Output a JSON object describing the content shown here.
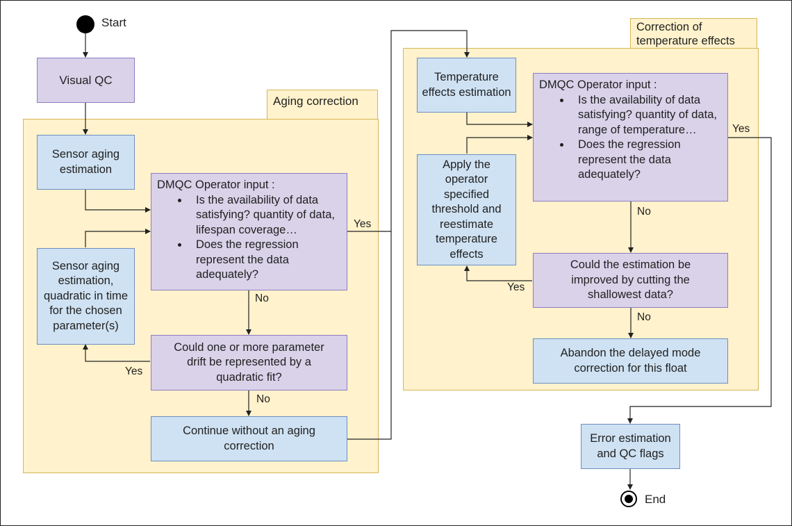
{
  "start_label": "Start",
  "end_label": "End",
  "visual_qc": "Visual QC",
  "aging": {
    "title": "Aging correction",
    "sensor_aging_estimation": "Sensor aging estimation",
    "dmqc_heading": "DMQC Operator input :",
    "dmqc_bullet_1": "Is the availability of data satisfying? quantity of data, lifespan coverage…",
    "dmqc_bullet_2": "Does the regression represent the data adequately?",
    "quadratic_estimation": "Sensor aging estimation, quadratic in time for the chosen parameter(s)",
    "could_drift": "Could one or more parameter drift be represented by a quadratic fit?",
    "continue_without": "Continue without an aging correction"
  },
  "temperature": {
    "title": "Correction of temperature effects",
    "effects_estimation": "Temperature effects estimation",
    "dmqc_heading": "DMQC Operator input :",
    "dmqc_bullet_1": "Is the availability of data satisfying? quantity of data, range of temperature…",
    "dmqc_bullet_2": "Does the regression represent the data adequately?",
    "apply_threshold": "Apply the operator specified threshold and reestimate temperature effects",
    "could_cut": "Could the estimation be improved by cutting the shallowest data?",
    "abandon": "Abandon the delayed mode correction for this float"
  },
  "error_estimation": "Error estimation and QC flags",
  "edge_labels": {
    "aging_yes": "Yes",
    "aging_no": "No",
    "drift_yes": "Yes",
    "drift_no": "No",
    "temp_yes": "Yes",
    "temp_no": "No",
    "cut_yes": "Yes",
    "cut_no": "No"
  }
}
